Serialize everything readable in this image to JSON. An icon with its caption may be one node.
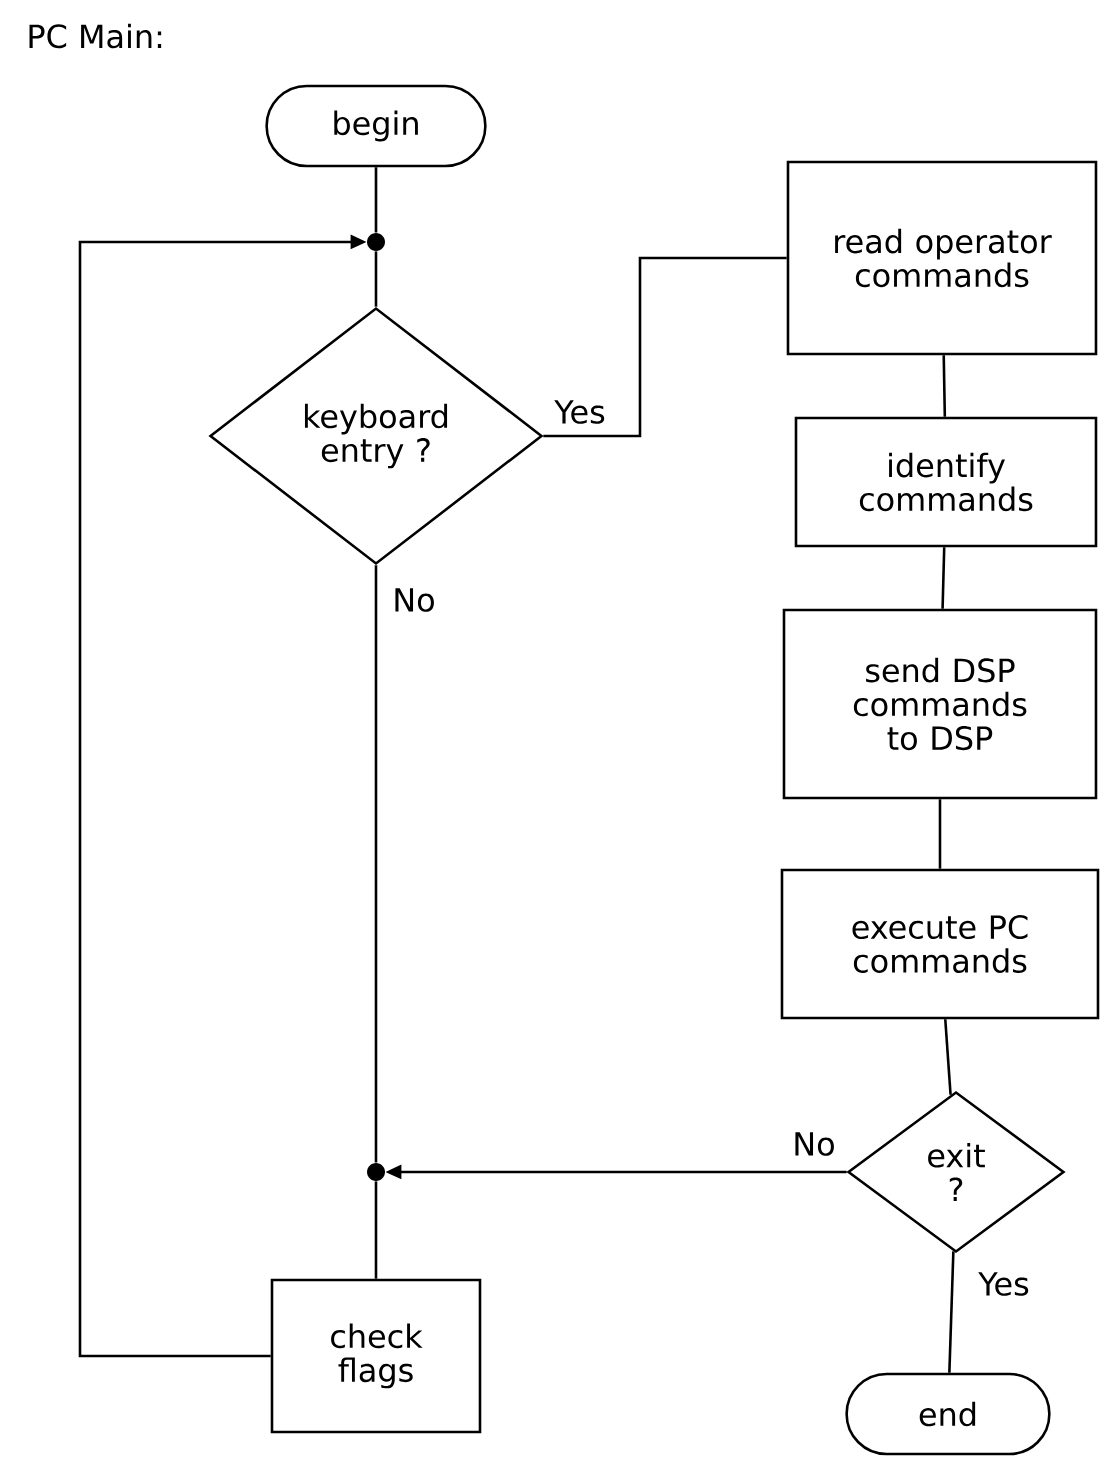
{
  "diagram": {
    "title": "PC Main:",
    "nodes": [
      {
        "text": [
          "begin"
        ]
      },
      {
        "text": [],
        "shape": "circle"
      },
      {
        "text": [
          "keyboard entry ?"
        ]
      },
      {
        "text": [
          "read operator commands"
        ]
      },
      {
        "text": [
          "identify commands"
        ]
      },
      {
        "text": [
          "send DSP commands to DSP"
        ]
      },
      {
        "text": [
          "execute PC commands"
        ]
      },
      {
        "text": [
          "exit ?"
        ]
      },
      {
        "text": [],
        "shape": "circle"
      },
      {
        "text": [
          "check flags"
        ]
      },
      {
        "text": [
          "end"
        ]
      }
    ],
    "edges": [
      {
        "from": 0,
        "to": 1,
        "arrow": "none"
      },
      {
        "from": 9,
        "to": 1,
        "arrow": "to"
      },
      {
        "from": 1,
        "to": 2,
        "arrow": "none"
      },
      {
        "from": 2,
        "to": 3,
        "arrow": "none",
        "label": "Yes"
      },
      {
        "from": 3,
        "to": 4,
        "arrow": "none"
      },
      {
        "from": 4,
        "to": 5,
        "arrow": "none"
      },
      {
        "from": 5,
        "to": 6,
        "arrow": "none"
      },
      {
        "from": 6,
        "to": 7,
        "arrow": "none"
      },
      {
        "from": 7,
        "to": 8,
        "arrow": "to",
        "label": "No"
      },
      {
        "from": 7,
        "to": 10,
        "arrow": "none",
        "label": "Yes"
      },
      {
        "from": 2,
        "to": 8,
        "arrow": "none",
        "label": "No"
      },
      {
        "from": 8,
        "to": 9,
        "arrow": "none"
      }
    ]
  }
}
